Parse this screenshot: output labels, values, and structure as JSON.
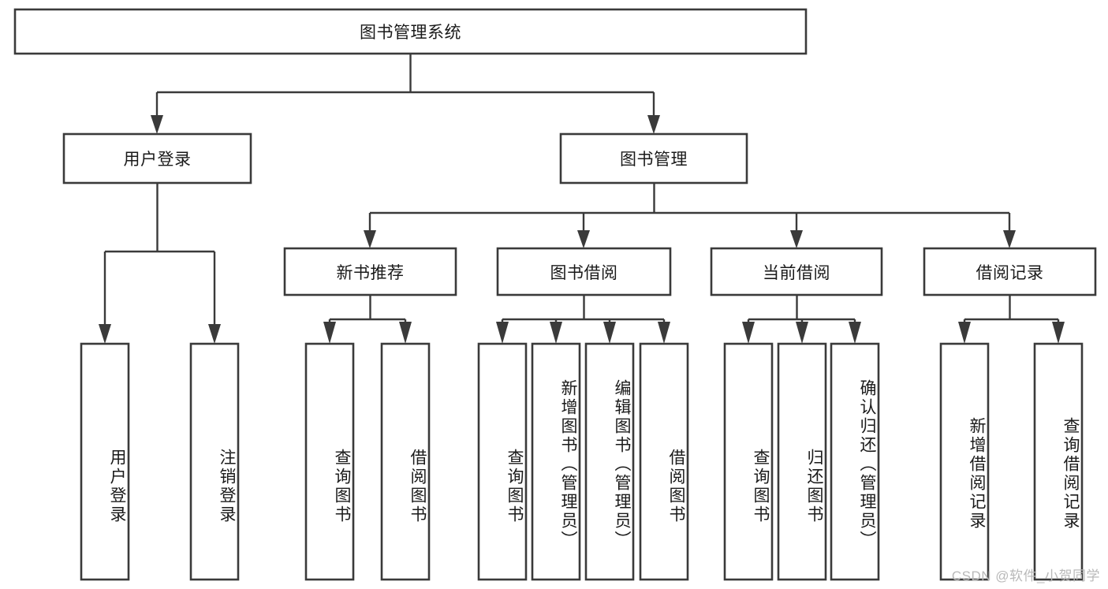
{
  "diagram": {
    "type": "tree-hierarchy",
    "title": "图书管理系统",
    "orientation": "top-down",
    "colors": {
      "box_fill": "#ffffff",
      "box_stroke": "#3a3a3a",
      "connector": "#3a3a3a",
      "text": "#1a1a1a",
      "watermark": "#b9b9b9",
      "background": "#ffffff"
    },
    "levels": {
      "root": {
        "label": "图书管理系统"
      },
      "level2": [
        {
          "label": "用户登录"
        },
        {
          "label": "图书管理"
        }
      ],
      "level3": [
        {
          "label": "新书推荐"
        },
        {
          "label": "图书借阅"
        },
        {
          "label": "当前借阅"
        },
        {
          "label": "借阅记录"
        }
      ],
      "leaves": {
        "user_login": [
          {
            "label": "用户登录"
          },
          {
            "label": "注销登录"
          }
        ],
        "new_book_recommend": [
          {
            "label": "查询图书"
          },
          {
            "label": "借阅图书"
          }
        ],
        "book_borrow": [
          {
            "label": "查询图书"
          },
          {
            "label": "新增图书（管理员）"
          },
          {
            "label": "编辑图书（管理员）"
          },
          {
            "label": "借阅图书"
          }
        ],
        "current_borrow": [
          {
            "label": "查询图书"
          },
          {
            "label": "归还图书"
          },
          {
            "label": "确认归还（管理员）"
          }
        ],
        "borrow_record": [
          {
            "label": "新增借阅记录"
          },
          {
            "label": "查询借阅记录"
          }
        ]
      }
    },
    "watermark": "CSDN @软件_小贺同学"
  }
}
